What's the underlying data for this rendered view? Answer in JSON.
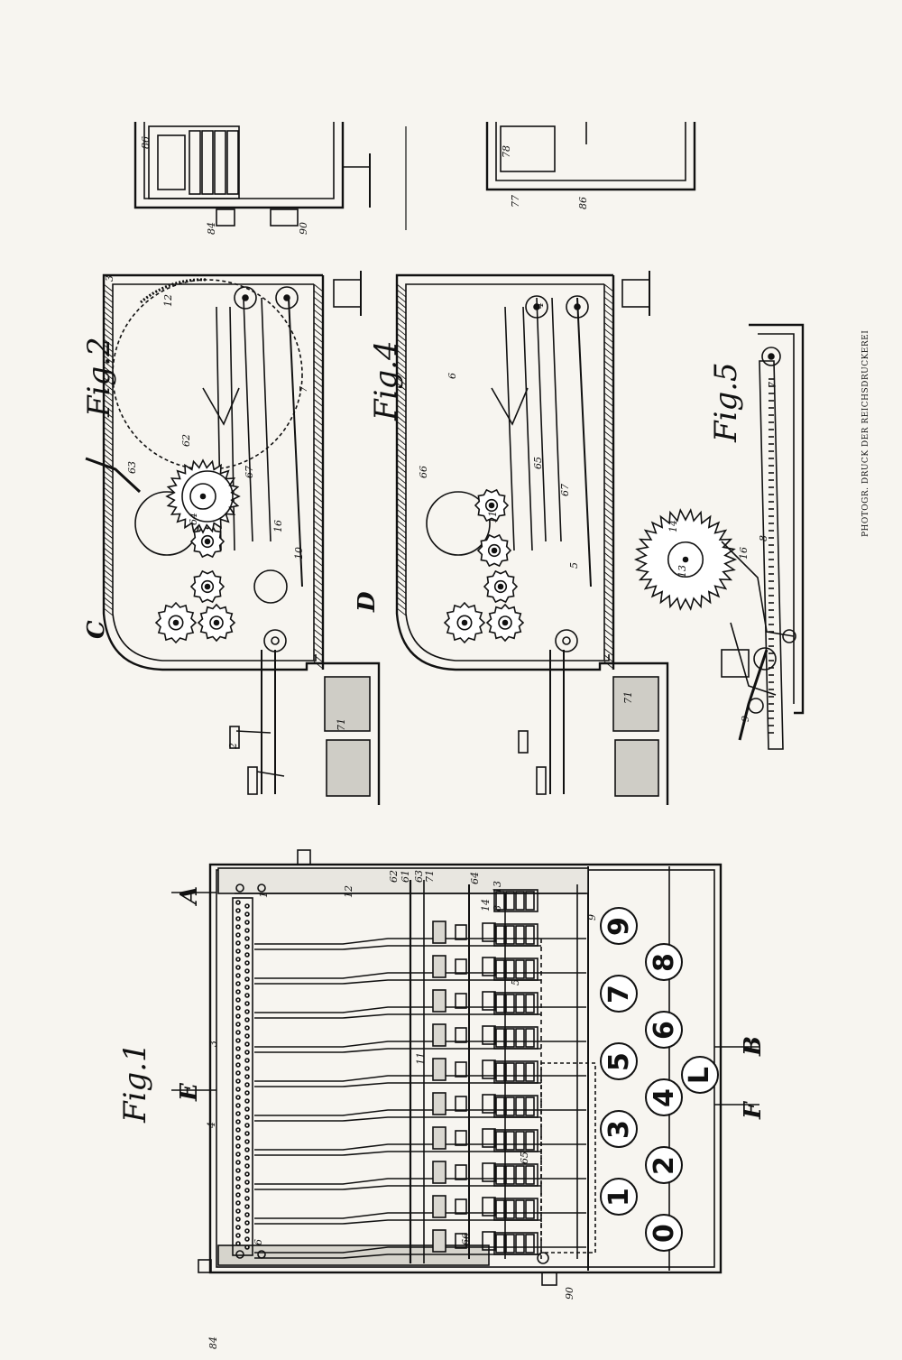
{
  "figures": {
    "fig1": "Fig.1",
    "fig2": "Fig.2",
    "fig4": "Fig.4",
    "fig5": "Fig.5"
  },
  "section_marks": {
    "A": "A",
    "B": "B",
    "C": "C",
    "D": "D",
    "E": "E",
    "F_top": "F",
    "F_bottom": "F"
  },
  "keys": [
    "0",
    "1",
    "2",
    "3",
    "4",
    "5",
    "6",
    "7",
    "8",
    "9",
    "L"
  ],
  "reference_numerals": {
    "r1": "1",
    "r2": "2",
    "r3": "3",
    "r4": "4",
    "r5": "5",
    "r6": "6",
    "r7": "7",
    "r8": "8",
    "r9": "9",
    "r10": "10",
    "r11": "11",
    "r12": "12",
    "r13": "13",
    "r14": "14",
    "r16": "16",
    "r61": "61",
    "r62": "62",
    "r63": "63",
    "r64": "64",
    "r65": "65",
    "r66": "66",
    "r67": "67",
    "r71": "71",
    "r77": "77",
    "r78": "78",
    "r84": "84",
    "r86": "86",
    "r90": "90"
  },
  "footer": "PHOTOGR. DRUCK DER REICHSDRUCKEREI"
}
